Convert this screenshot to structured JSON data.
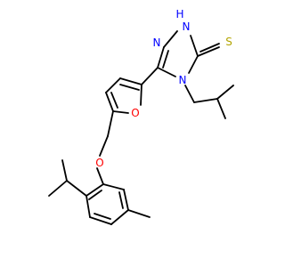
{
  "colors": {
    "background": "#ffffff",
    "bond": "#000000",
    "nitrogen": "#0000ff",
    "oxygen": "#ff0000",
    "sulfur": "#b2a400"
  },
  "atoms": {
    "nh": "H",
    "nh_n": "N",
    "ring_n1": "N",
    "ring_n4": "N",
    "thione_s": "S",
    "furan_o": "O",
    "ether_o": "O"
  }
}
